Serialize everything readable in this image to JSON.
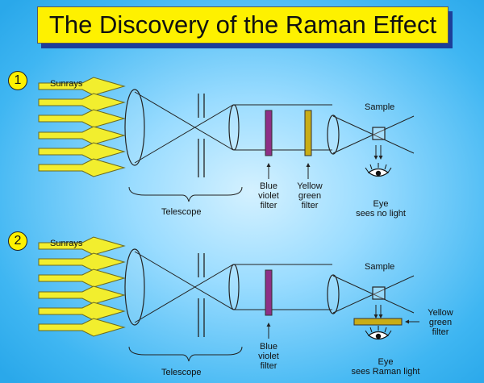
{
  "title": "The Discovery of the Raman Effect",
  "colors": {
    "title_background": "#fef100",
    "title_shadow": "#1d3f9a",
    "sunray_fill": "#f2ee2e",
    "blue_violet_filter": "#8e2f86",
    "yellow_green_filter": "#c9ad16",
    "background": "#3fb6f2"
  },
  "panels": [
    {
      "number": "1",
      "sunrays_label": "Sunrays",
      "telescope_label": "Telescope",
      "blue_filter_label": [
        "Blue",
        "violet",
        "filter"
      ],
      "yellow_filter_label": [
        "Yellow",
        "green",
        "filter"
      ],
      "sample_label": "Sample",
      "eye_label": [
        "Eye",
        "sees no light"
      ]
    },
    {
      "number": "2",
      "sunrays_label": "Sunrays",
      "telescope_label": "Telescope",
      "blue_filter_label": [
        "Blue",
        "violet",
        "filter"
      ],
      "yellow_filter_label": [
        "Yellow",
        "green",
        "filter"
      ],
      "sample_label": "Sample",
      "eye_label": [
        "Eye",
        "sees Raman light"
      ]
    }
  ]
}
